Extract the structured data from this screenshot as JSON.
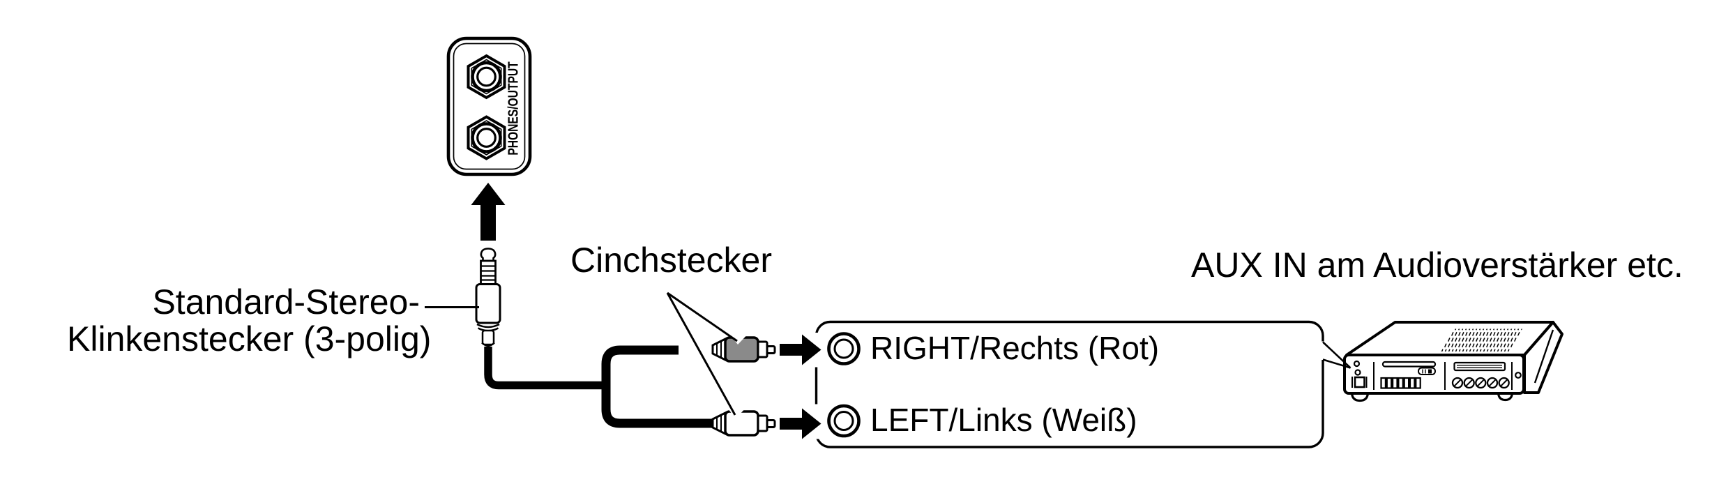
{
  "diagram_title": "Audio connection diagram (headphone output to amplifier AUX IN)",
  "colors": {
    "background": "#ffffff",
    "line": "#000000",
    "rca_red_plug_body_gray": "#8a8a8a",
    "rca_white_plug_body": "#ffffff"
  },
  "labels": {
    "stereo_plug_line1": "Standard-Stereo-",
    "stereo_plug_line2": "Klinkenstecker (3-polig)",
    "cinch": "Cinchstecker",
    "aux": "AUX IN am Audioverstärker etc.",
    "jack_panel_vertical": "PHONES/OUTPUT"
  },
  "aux_panel": {
    "rows": [
      {
        "label": "RIGHT/Rechts (Rot)"
      },
      {
        "label": "LEFT/Links (Weiß)"
      }
    ]
  },
  "icons": [
    "phones-output-jack-panel-icon",
    "up-arrow-icon",
    "stereo-plug-icon",
    "y-cable-icon",
    "cinch-plug-red-icon",
    "cinch-plug-white-icon",
    "right-arrow-icon",
    "aux-callout-panel",
    "jack-socket-icon",
    "amplifier-icon"
  ]
}
